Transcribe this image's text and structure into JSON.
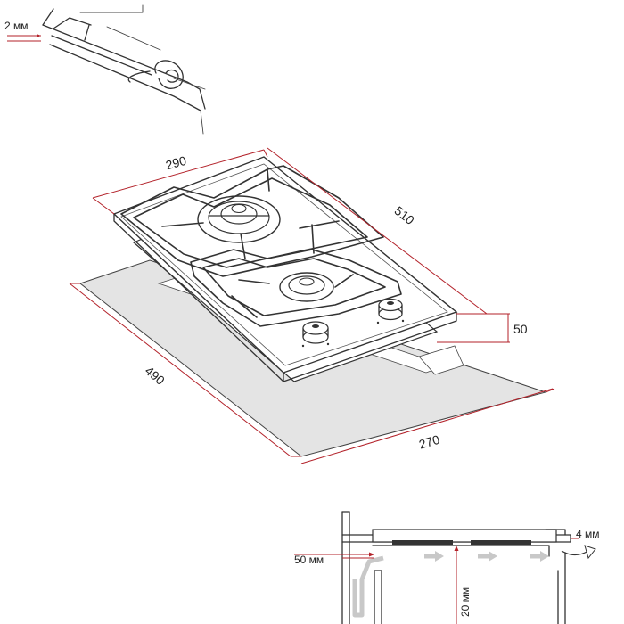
{
  "colors": {
    "dimension_line": "#b3222a",
    "outline": "#333333",
    "cutout_fill": "#e4e4e4",
    "hob_fill": "#ffffff",
    "airflow_arrow": "#c8c8c8"
  },
  "detail_top": {
    "gap_label": "2 мм"
  },
  "main": {
    "width_label": "290",
    "depth_label": "510",
    "height_label": "50",
    "cutout_depth_label": "490",
    "cutout_width_label": "270"
  },
  "detail_bottom": {
    "front_clearance_label": "50 мм",
    "gap_label": "4 мм",
    "below_clearance_label": "20 мм"
  }
}
